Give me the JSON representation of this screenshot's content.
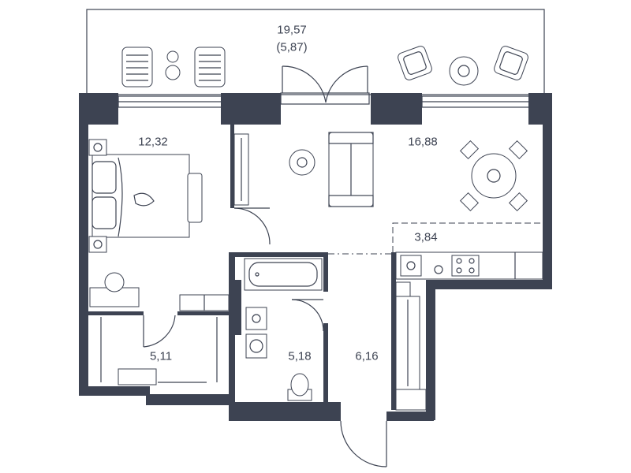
{
  "rooms": {
    "terrace": {
      "area": "19,57",
      "area_adjusted": "(5,87)"
    },
    "bedroom": {
      "area": "12,32"
    },
    "living": {
      "area": "16,88"
    },
    "kitchen": {
      "area": "3,84"
    },
    "wardrobe": {
      "area": "5,11"
    },
    "bathroom": {
      "area": "5,18"
    },
    "hallway": {
      "area": "6,16"
    }
  },
  "colors": {
    "wall": "#3d4352",
    "background": "#ffffff"
  },
  "icons": [
    "sun-lounger-icon",
    "round-table-icon",
    "armchair-icon",
    "double-bed-icon",
    "sofa-icon",
    "dining-table-icon",
    "bathtub-icon",
    "toilet-icon",
    "washing-machine-icon",
    "stove-icon",
    "sink-icon",
    "plant-icon"
  ]
}
